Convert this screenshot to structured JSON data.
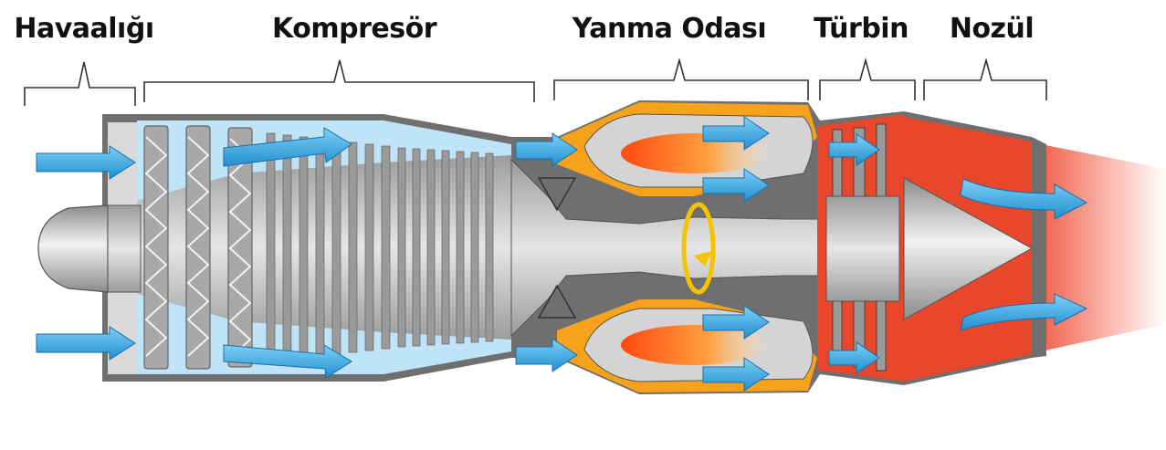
{
  "diagram": {
    "sections": [
      {
        "id": "intake",
        "label": "Havaalığı"
      },
      {
        "id": "compressor",
        "label": "Kompresör"
      },
      {
        "id": "combustor",
        "label": "Yanma Odası"
      },
      {
        "id": "turbine",
        "label": "Türbin"
      },
      {
        "id": "nozzle",
        "label": "Nozül"
      }
    ],
    "colors": {
      "casing": "#7a7a7a",
      "metal": "#c8c8c8",
      "cold_air": "#bfe3f7",
      "flow_arrow": "#3ea6e0",
      "combustor": "#f7a21b",
      "hot_gas": "#e8472b",
      "flame": "#ff6a1a",
      "rotation_arrow": "#f5c400"
    }
  }
}
